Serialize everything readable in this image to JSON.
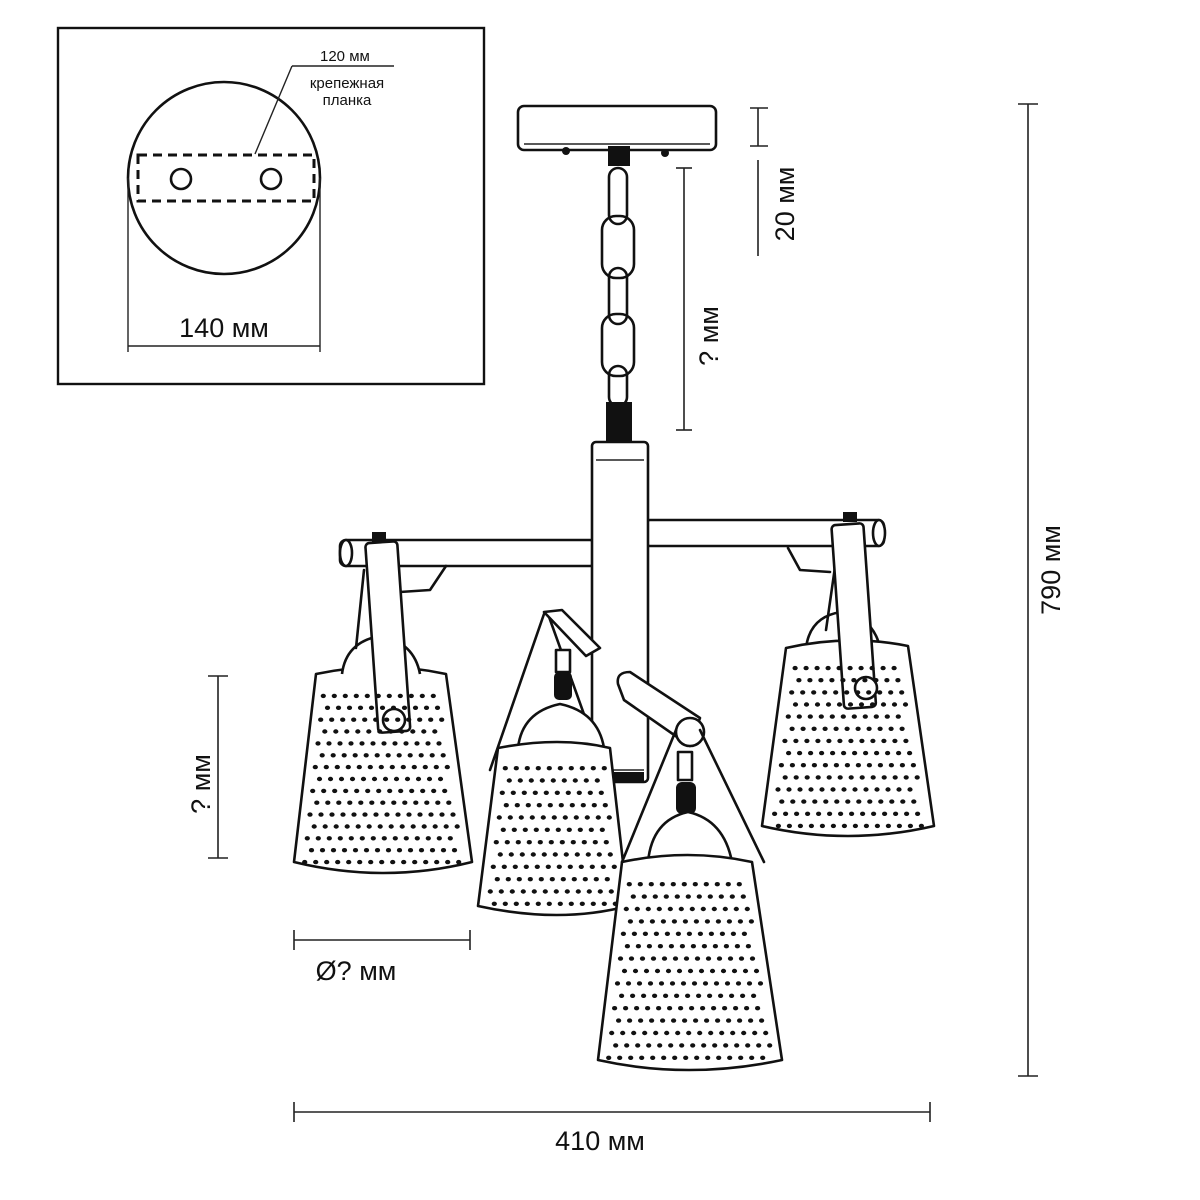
{
  "inset": {
    "top_label": "120 мм",
    "bracket_label_line1": "крепежная",
    "bracket_label_line2": "планка",
    "width_label": "140 мм"
  },
  "dimensions": {
    "canopy_height": "20 мм",
    "chain_length": "? мм",
    "total_height": "790 мм",
    "shade_height": "? мм",
    "shade_diameter": "Ø? мм",
    "total_width": "410 мм"
  }
}
